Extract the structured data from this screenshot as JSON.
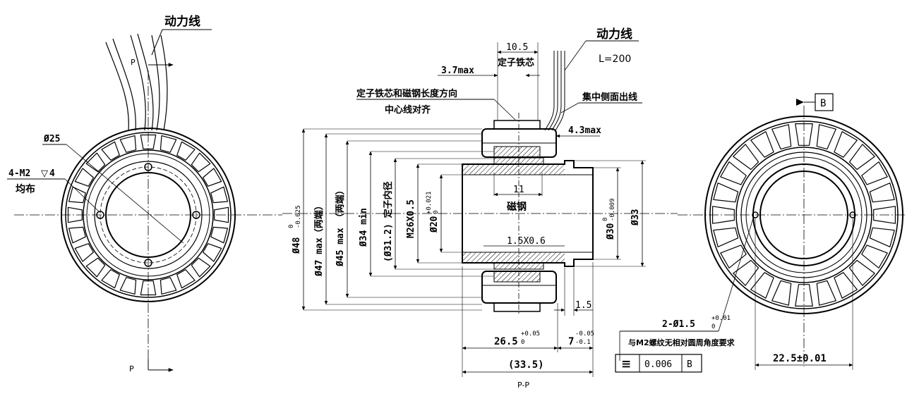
{
  "left_view": {
    "power_line": "动力线",
    "section_mark": "P",
    "section_mark_bottom": "P",
    "dia25": "Ø25",
    "thread_spec": "4-M2",
    "thread_depth": "4",
    "thread_distribution": "均布"
  },
  "center_view": {
    "power_line": "动力线",
    "length": "L=200",
    "dim_10_5": "10.5",
    "stator_core": "定子铁芯",
    "dim_3_7max": "3.7max",
    "note_align_1": "定子铁芯和磁钢长度方向",
    "note_align_2": "中心线对齐",
    "side_exit": "集中侧面出线",
    "dim_4_3max": "4.3max",
    "dim_11": "11",
    "magnet": "磁钢",
    "dim_1_5x0_6": "1.5X0.6",
    "dim_1_5": "1.5",
    "dim_48": "Ø48",
    "dim_48_upper": "0",
    "dim_48_lower": "-0.025",
    "dim_47": "Ø47 max（两端）",
    "dim_45": "Ø45 max （两端）",
    "dim_34": "Ø34 min",
    "dim_31_2": "(Ø31.2) 定子内径",
    "dim_m26": "M26X0.5",
    "dim_20": "Ø20",
    "dim_20_upper": "+0.021",
    "dim_20_lower": "0",
    "dim_30": "Ø30",
    "dim_30_upper": "0",
    "dim_30_lower": "-0.009",
    "dim_33": "Ø33",
    "dim_26_5": "26.5",
    "dim_26_5_upper": "+0.05",
    "dim_26_5_lower": "0",
    "dim_7": "7",
    "dim_7_upper": "-0.05",
    "dim_7_lower": "-0.1",
    "dim_33_5": "(33.5)",
    "section_label": "P-P"
  },
  "right_view": {
    "datum": "B",
    "holes": "2-Ø1.5",
    "holes_upper": "+0.01",
    "holes_lower": "0",
    "holes_note": "与M2螺纹无相对圆周角度要求",
    "symmetry_symbol": "≡",
    "tolerance": "0.006",
    "tolerance_datum": "B",
    "dim_22_5": "22.5±0.01"
  }
}
